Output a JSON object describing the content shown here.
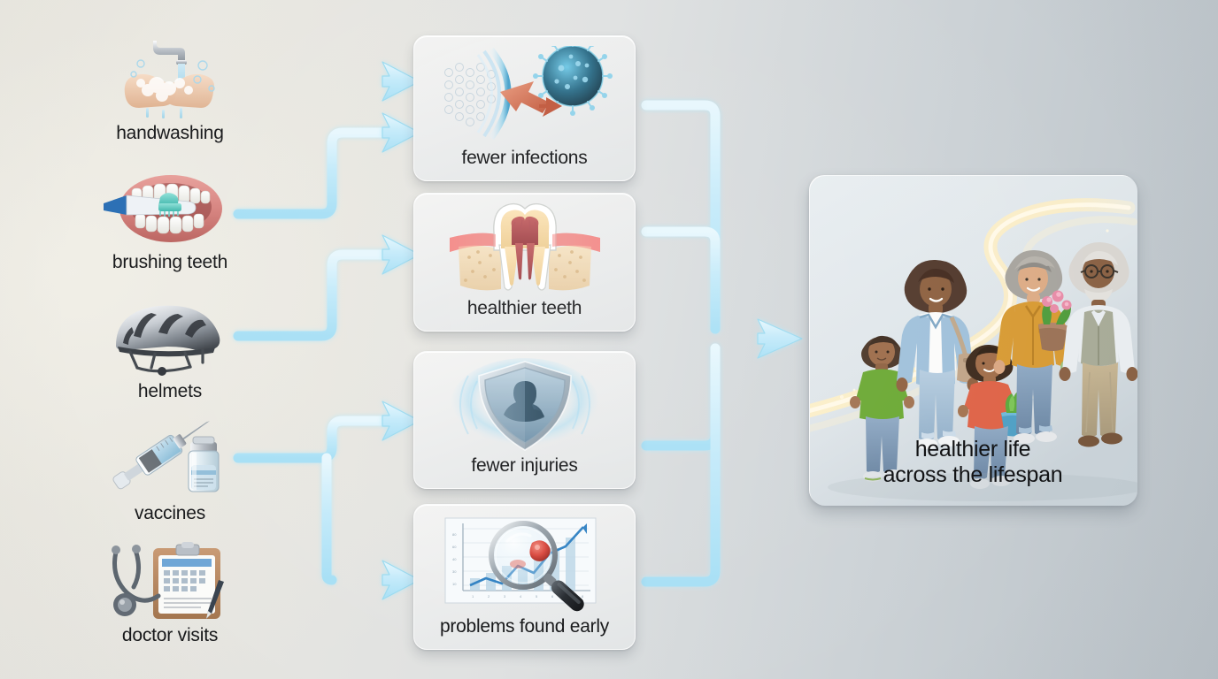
{
  "diagram": {
    "title": "prevention to healthier life flow",
    "background": {
      "left_hex": "#ecead3",
      "right_hex": "#b9c1c7"
    },
    "arrow_color": "#bfe9f7",
    "arrow_outline": "#8ed3ec"
  },
  "sources": [
    {
      "label": "handwashing",
      "icon": "handwashing-icon"
    },
    {
      "label": "brushing teeth",
      "icon": "toothbrush-teeth-icon"
    },
    {
      "label": "helmets",
      "icon": "bicycle-helmet-icon"
    },
    {
      "label": "vaccines",
      "icon": "syringe-vial-icon"
    },
    {
      "label": "doctor visits",
      "icon": "stethoscope-clipboard-icon"
    }
  ],
  "outcomes": [
    {
      "label": "fewer infections",
      "icon": "virus-shield-barrier-icon"
    },
    {
      "label": "healthier teeth",
      "icon": "tooth-cross-section-icon"
    },
    {
      "label": "fewer injuries",
      "icon": "shield-person-icon"
    },
    {
      "label": "problems found early",
      "icon": "magnifier-chart-icon"
    }
  ],
  "result": {
    "line1": "healthier life",
    "line2": "across the lifespan",
    "icon": "multigenerational-family-walking-icon"
  }
}
